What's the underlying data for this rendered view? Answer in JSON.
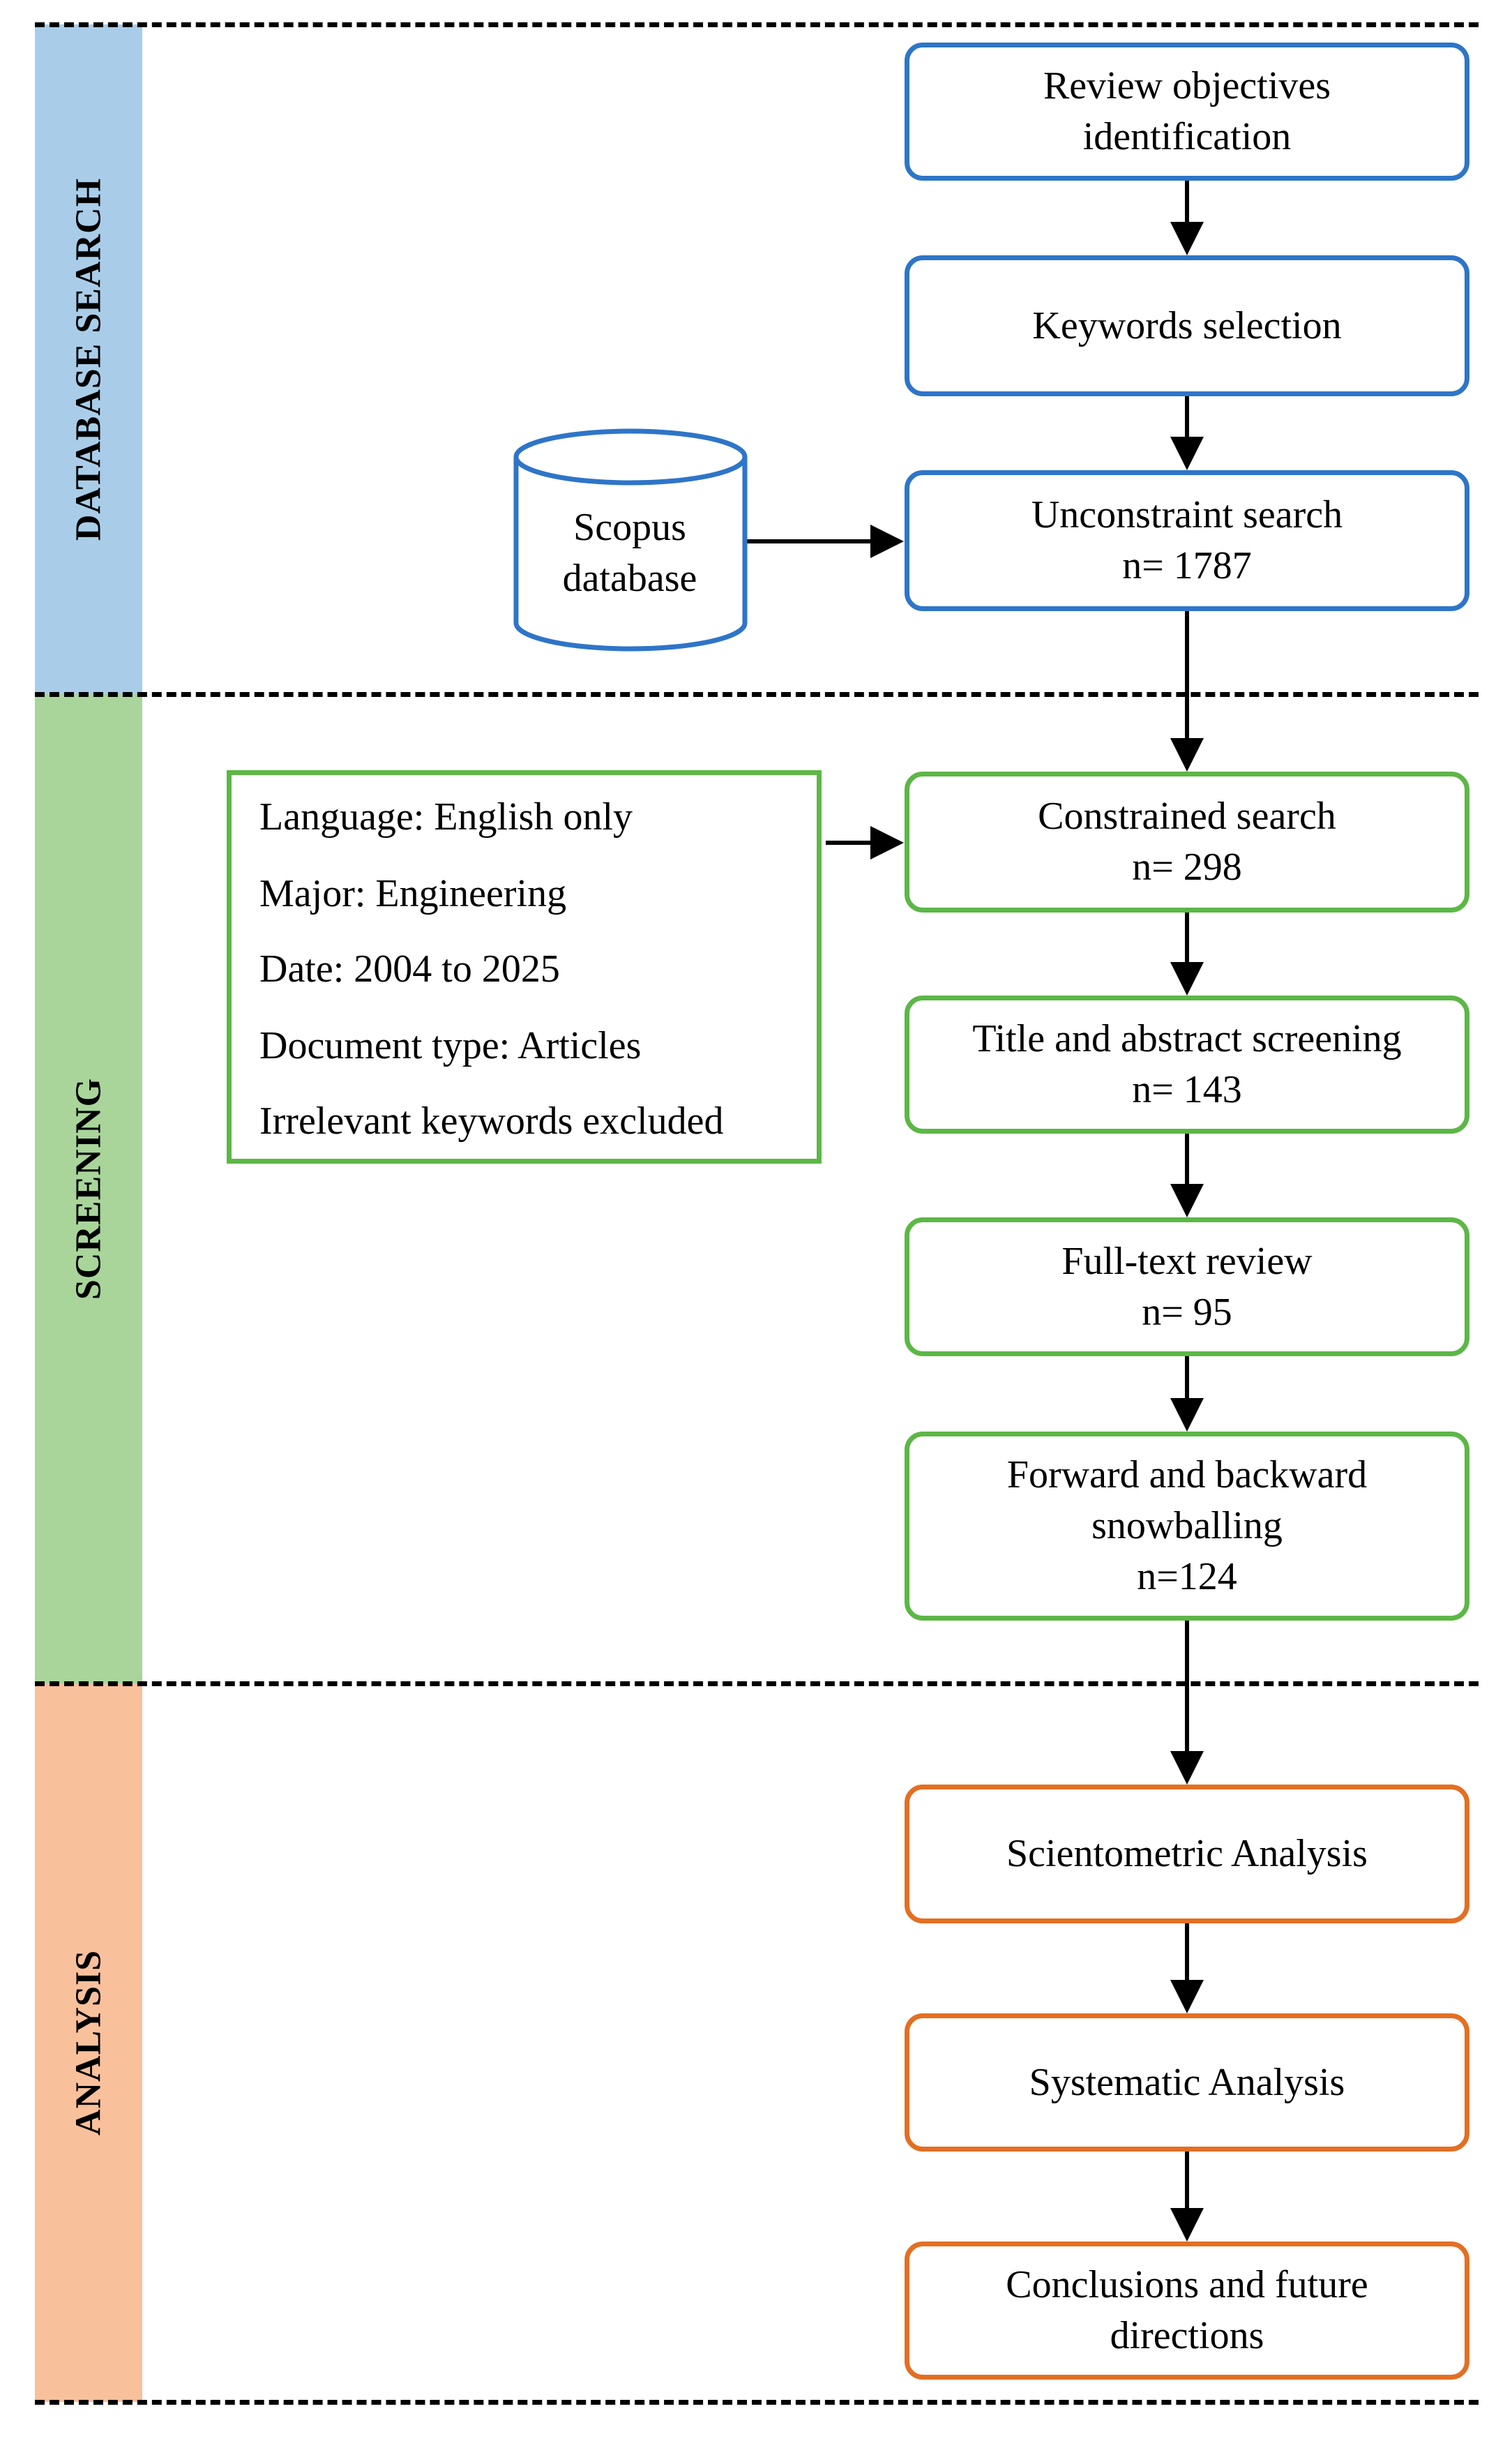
{
  "colors": {
    "database_search": "#a9cde8",
    "screening": "#a9d59b",
    "analysis": "#f9c09c",
    "blue_border": "#2e75c8",
    "green_border": "#5cb746",
    "orange_border": "#e36f22"
  },
  "sections": {
    "database_search": "DATABASE SEARCH",
    "screening": "SCREENING",
    "analysis": "ANALYSIS"
  },
  "database": {
    "line1": "Scopus",
    "line2": "database"
  },
  "steps": {
    "objectives": {
      "line1": "Review objectives",
      "line2": "identification"
    },
    "keywords": {
      "line1": "Keywords selection"
    },
    "unconstraint": {
      "line1": "Unconstraint search",
      "line2": "n= 1787"
    },
    "constrained": {
      "line1": "Constrained search",
      "line2": "n= 298"
    },
    "title_abstract": {
      "line1": "Title and abstract screening",
      "line2": "n= 143"
    },
    "full_text": {
      "line1": "Full-text review",
      "line2": "n= 95"
    },
    "snowballing": {
      "line1": "Forward and backward",
      "line2": "snowballing",
      "line3": "n=124"
    },
    "scientometric": {
      "line1": "Scientometric Analysis"
    },
    "systematic": {
      "line1": "Systematic Analysis"
    },
    "conclusions": {
      "line1": "Conclusions and future",
      "line2": "directions"
    }
  },
  "criteria": [
    "Language: English only",
    "Major: Engineering",
    "Date: 2004 to 2025",
    "Document type: Articles",
    "Irrelevant keywords excluded"
  ]
}
